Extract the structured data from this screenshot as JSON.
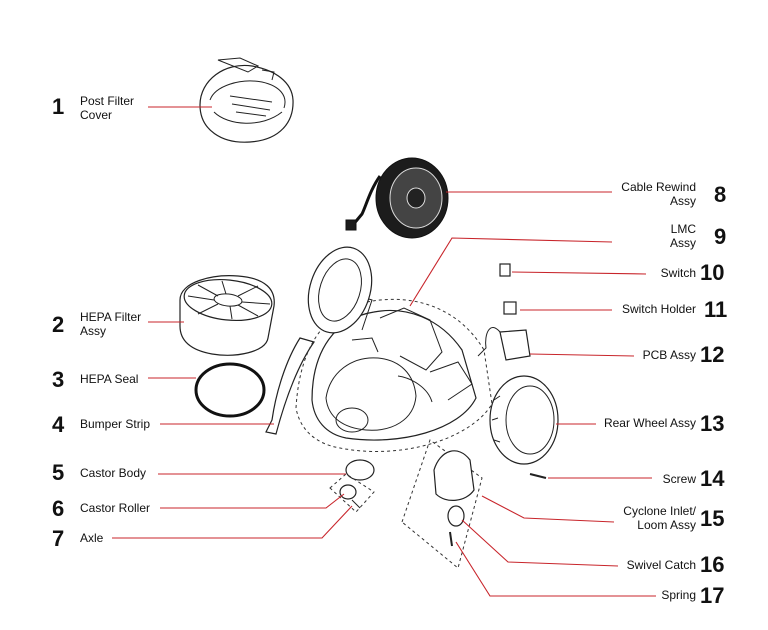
{
  "parts": [
    {
      "number": "1",
      "label": "Post Filter\nCover"
    },
    {
      "number": "2",
      "label": "HEPA Filter\nAssy"
    },
    {
      "number": "3",
      "label": "HEPA Seal"
    },
    {
      "number": "4",
      "label": "Bumper Strip"
    },
    {
      "number": "5",
      "label": "Castor Body"
    },
    {
      "number": "6",
      "label": "Castor Roller"
    },
    {
      "number": "7",
      "label": "Axle"
    },
    {
      "number": "8",
      "label": "Cable Rewind\nAssy"
    },
    {
      "number": "9",
      "label": "LMC\nAssy"
    },
    {
      "number": "10",
      "label": "Switch"
    },
    {
      "number": "11",
      "label": "Switch Holder"
    },
    {
      "number": "12",
      "label": "PCB Assy"
    },
    {
      "number": "13",
      "label": "Rear Wheel Assy"
    },
    {
      "number": "14",
      "label": "Screw"
    },
    {
      "number": "15",
      "label": "Cyclone Inlet/\nLoom Assy"
    },
    {
      "number": "16",
      "label": "Swivel Catch"
    },
    {
      "number": "17",
      "label": "Spring"
    }
  ],
  "colors": {
    "leader_line": "#c8252b",
    "outline": "#222222"
  }
}
